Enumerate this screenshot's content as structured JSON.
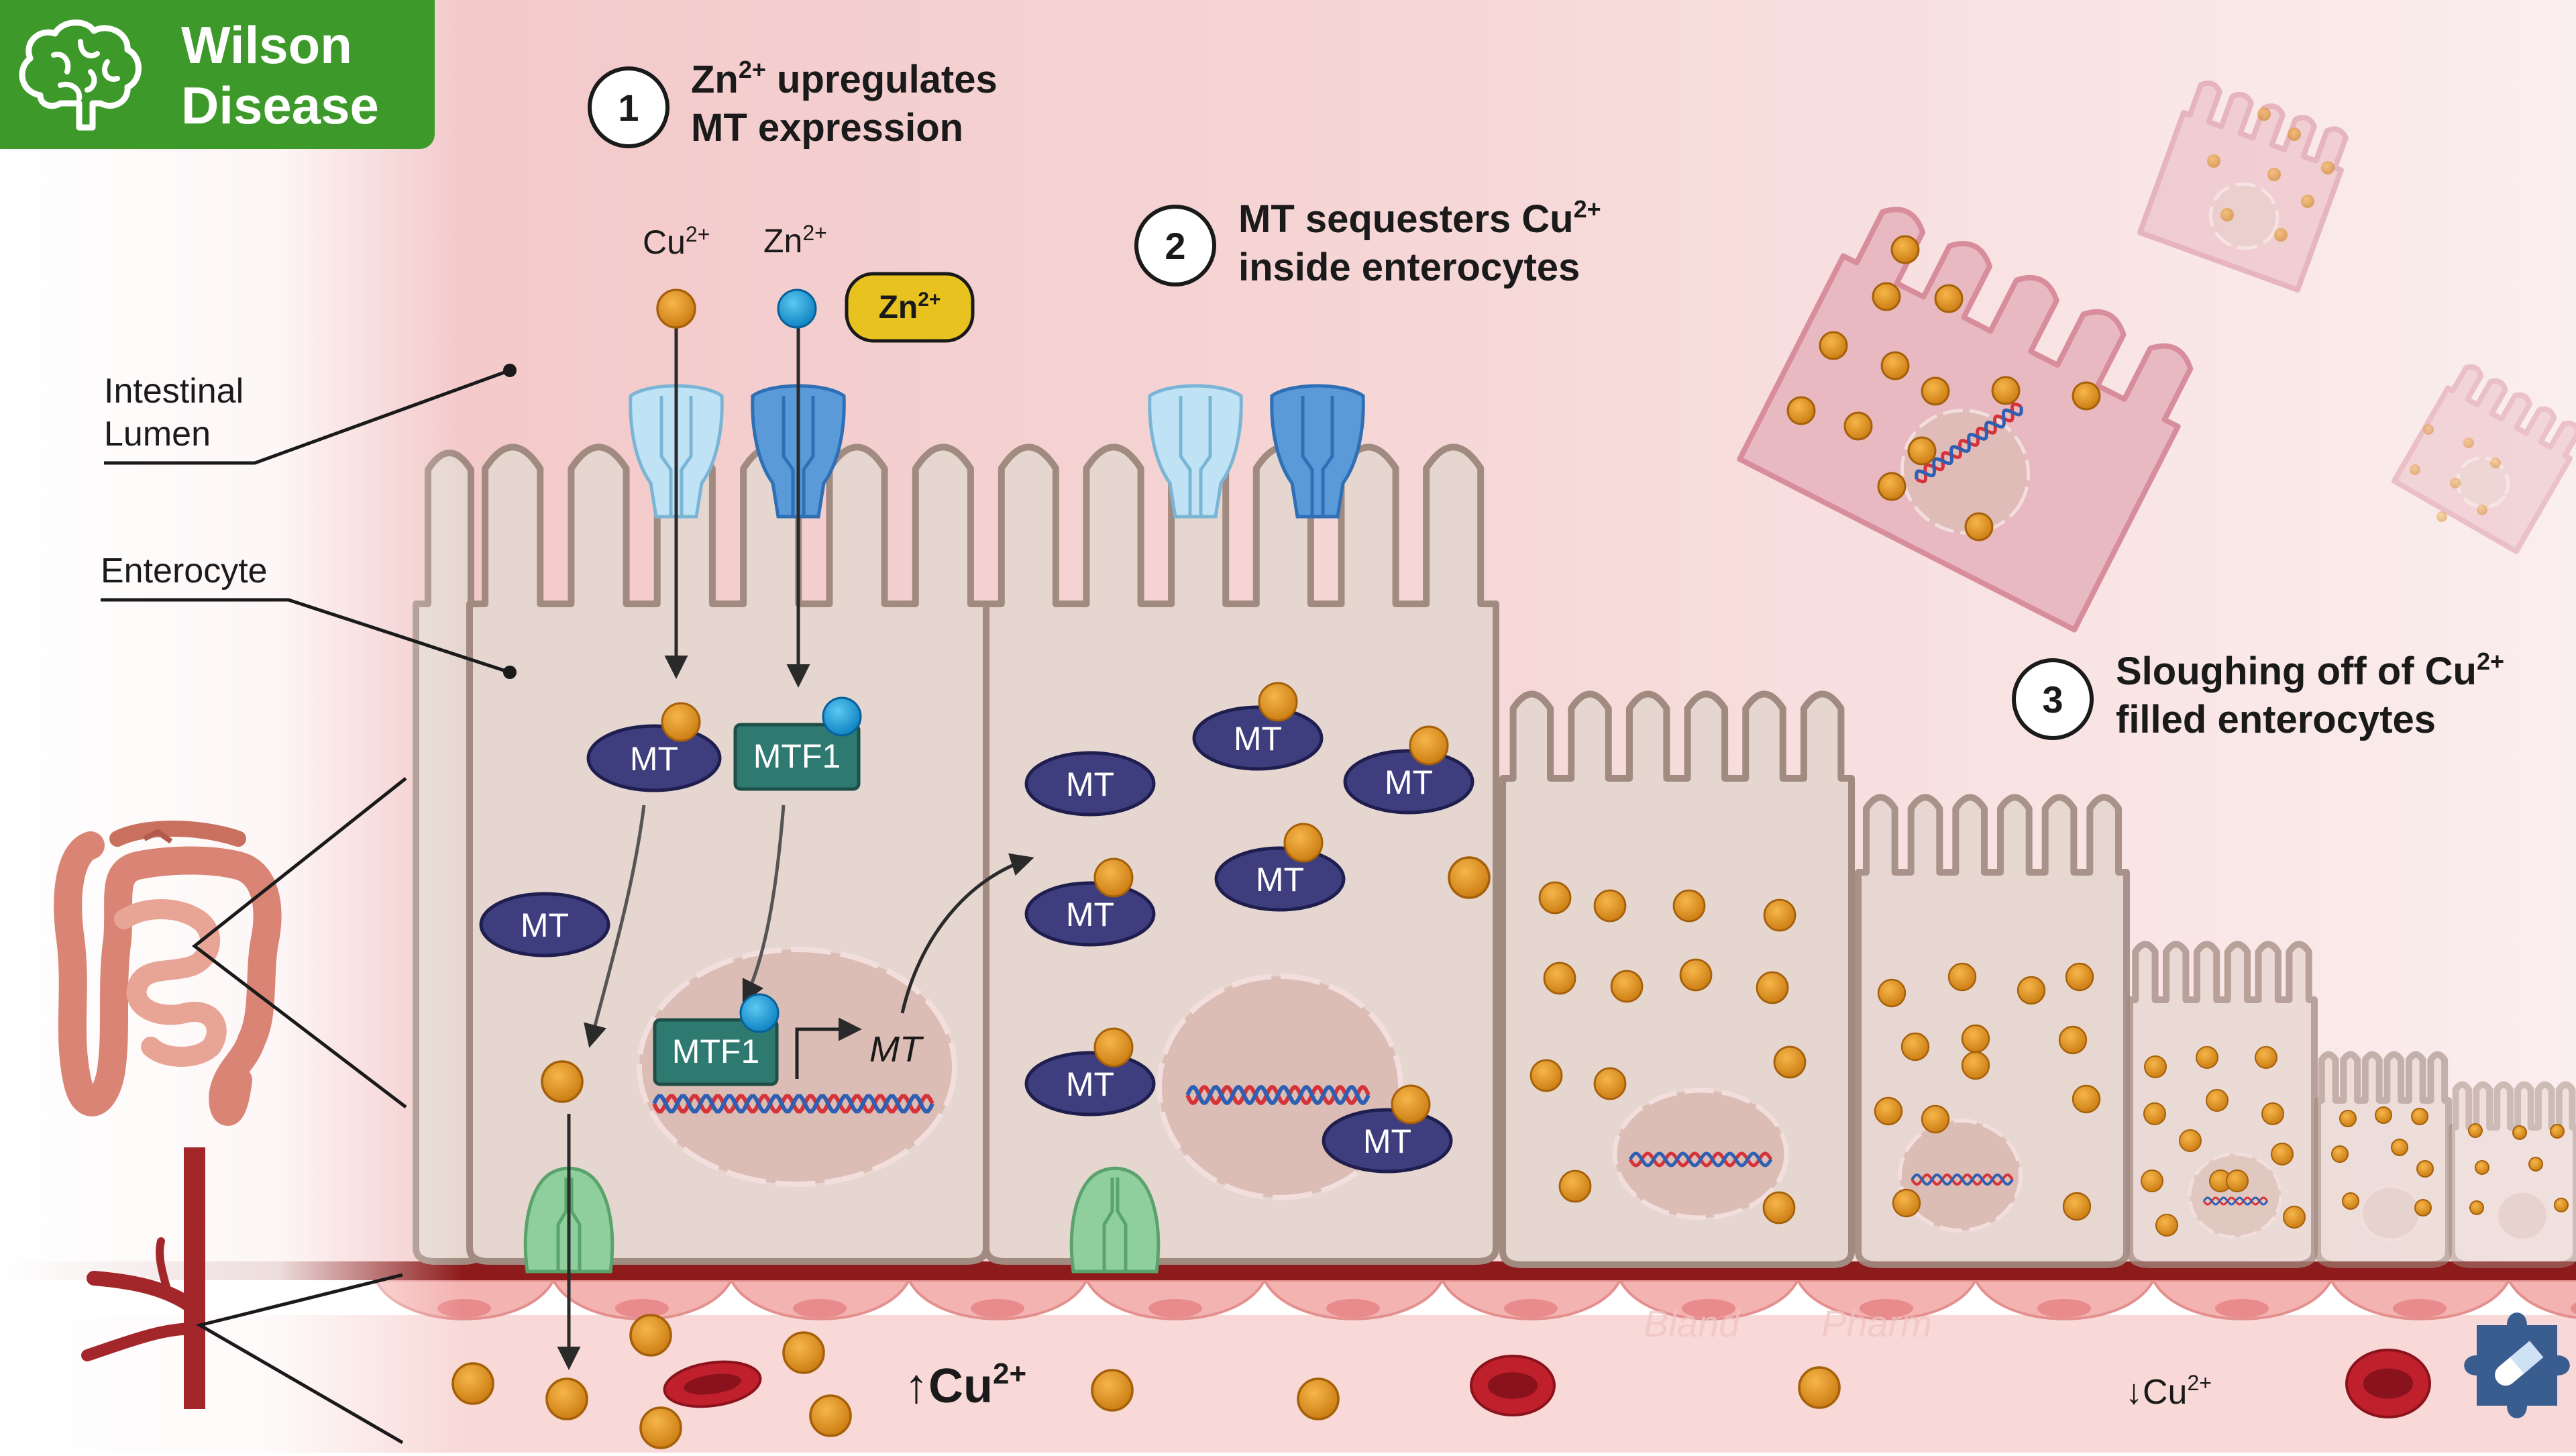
{
  "header": {
    "title_line1": "Wilson",
    "title_line2": "Disease",
    "brain_icon": "brain-icon"
  },
  "labels": {
    "intestinal_lumen_line1": "Intestinal",
    "intestinal_lumen_line2": "Lumen",
    "enterocyte": "Enterocyte"
  },
  "steps": [
    {
      "number": "1",
      "line1_main": "Zn",
      "line1_sup": "2+",
      "line1_rest": " upregulates",
      "line2": "MT expression"
    },
    {
      "number": "2",
      "line1_main": "MT sequesters Cu",
      "line1_sup": "2+",
      "line2": "inside enterocytes"
    },
    {
      "number": "3",
      "line1_main": "Sloughing off of Cu",
      "line1_sup": "2+",
      "line2": "filled enterocytes"
    }
  ],
  "ions": {
    "cu_main": "Cu",
    "cu_sup": "2+",
    "zn_main": "Zn",
    "zn_sup": "2+",
    "zn_supplement_main": "Zn",
    "zn_supplement_sup": "2+"
  },
  "proteins": {
    "mt": "MT",
    "mtf1": "MTF1",
    "gene": "MT"
  },
  "blood": {
    "high_arrow": "↑",
    "high_main": "Cu",
    "high_sup": "2+",
    "low_arrow": "↓",
    "low_main": "Cu",
    "low_sup": "2+"
  },
  "watermark": {
    "part1": "Bland",
    "part2": "Pharm"
  },
  "colors": {
    "header_green": "#3d9a2a",
    "copper": "#e2921e",
    "zinc": "#1a9fdc",
    "mt_purple": "#3e3d7e",
    "mtf1_teal": "#2e7a70",
    "vessel_red": "#8e1b1b",
    "cell_fill": "#e6d6d0",
    "cell_border": "#a18a80"
  }
}
